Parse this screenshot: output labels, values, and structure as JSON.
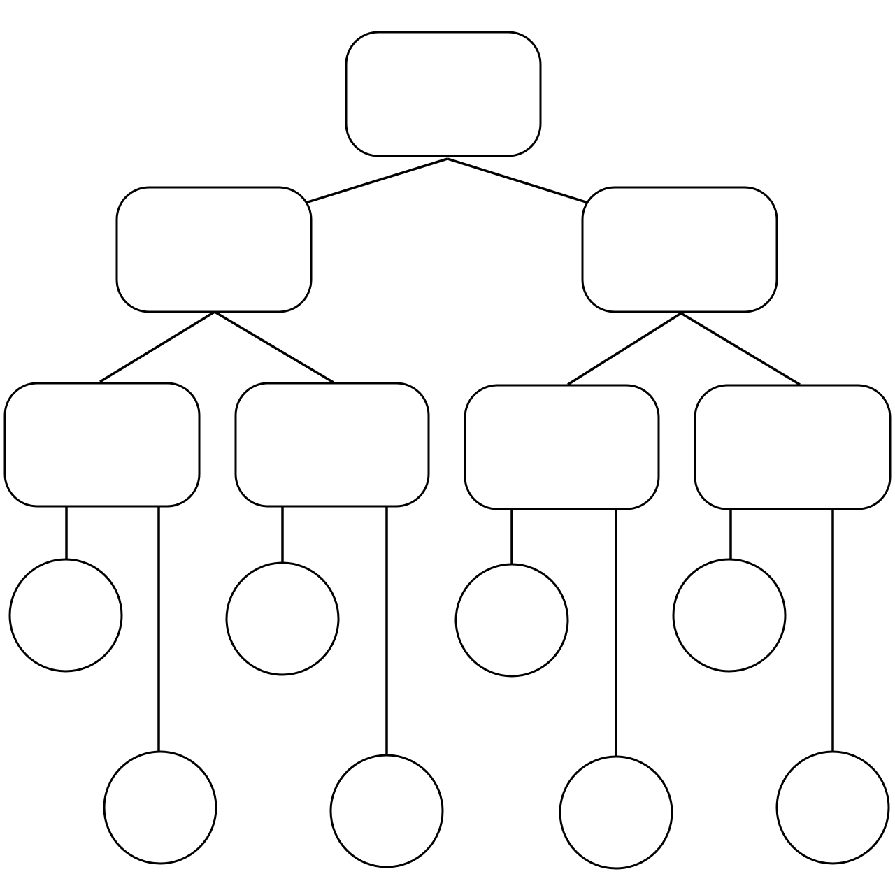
{
  "diagram": {
    "type": "tree",
    "colors": {
      "stroke": "#000000",
      "fill": "#ffffff",
      "background": "#ffffff"
    },
    "root": {
      "shape": "rounded-rectangle",
      "children": [
        {
          "shape": "rounded-rectangle",
          "children": [
            {
              "shape": "rounded-rectangle",
              "children": [
                {
                  "shape": "circle"
                },
                {
                  "shape": "circle"
                }
              ]
            },
            {
              "shape": "rounded-rectangle",
              "children": [
                {
                  "shape": "circle"
                },
                {
                  "shape": "circle"
                }
              ]
            }
          ]
        },
        {
          "shape": "rounded-rectangle",
          "children": [
            {
              "shape": "rounded-rectangle",
              "children": [
                {
                  "shape": "circle"
                },
                {
                  "shape": "circle"
                }
              ]
            },
            {
              "shape": "rounded-rectangle",
              "children": [
                {
                  "shape": "circle"
                },
                {
                  "shape": "circle"
                }
              ]
            }
          ]
        }
      ]
    }
  }
}
